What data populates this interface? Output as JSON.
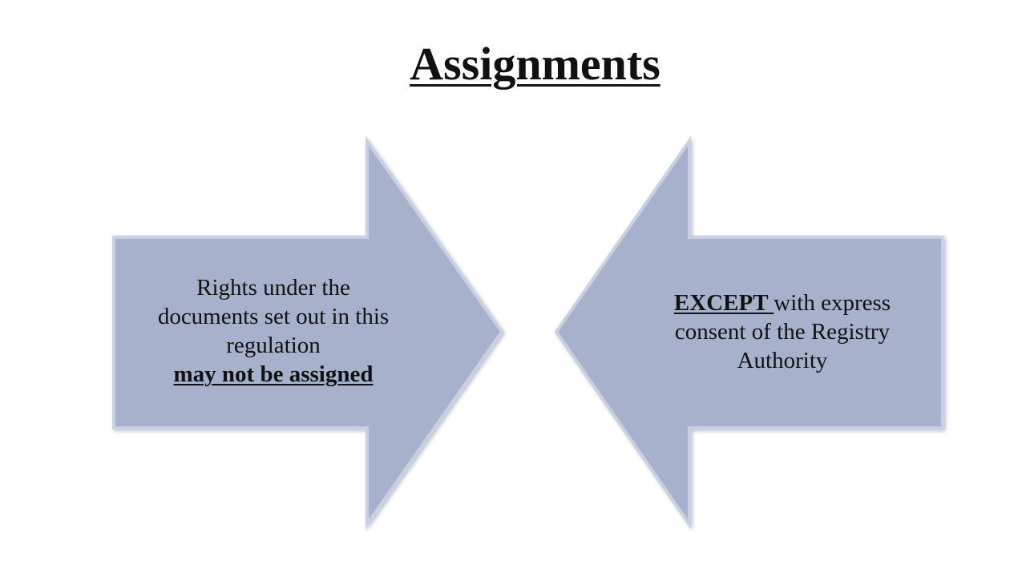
{
  "slide": {
    "title": "Assignments",
    "left_arrow": {
      "lines": [
        "Rights under the",
        "documents set out in this",
        "regulation"
      ],
      "emphasis": "may not be assigned"
    },
    "right_arrow": {
      "keyword": "EXCEPT ",
      "rest_line1": "with express",
      "line2": "consent of the Registry",
      "line3": "Authority"
    }
  },
  "colors": {
    "arrow_fill": "#a7b1cb",
    "arrow_edge": "#c9d0e2",
    "arrow_shadow": "#8a94ad",
    "text": "#111111",
    "background": "#ffffff"
  }
}
